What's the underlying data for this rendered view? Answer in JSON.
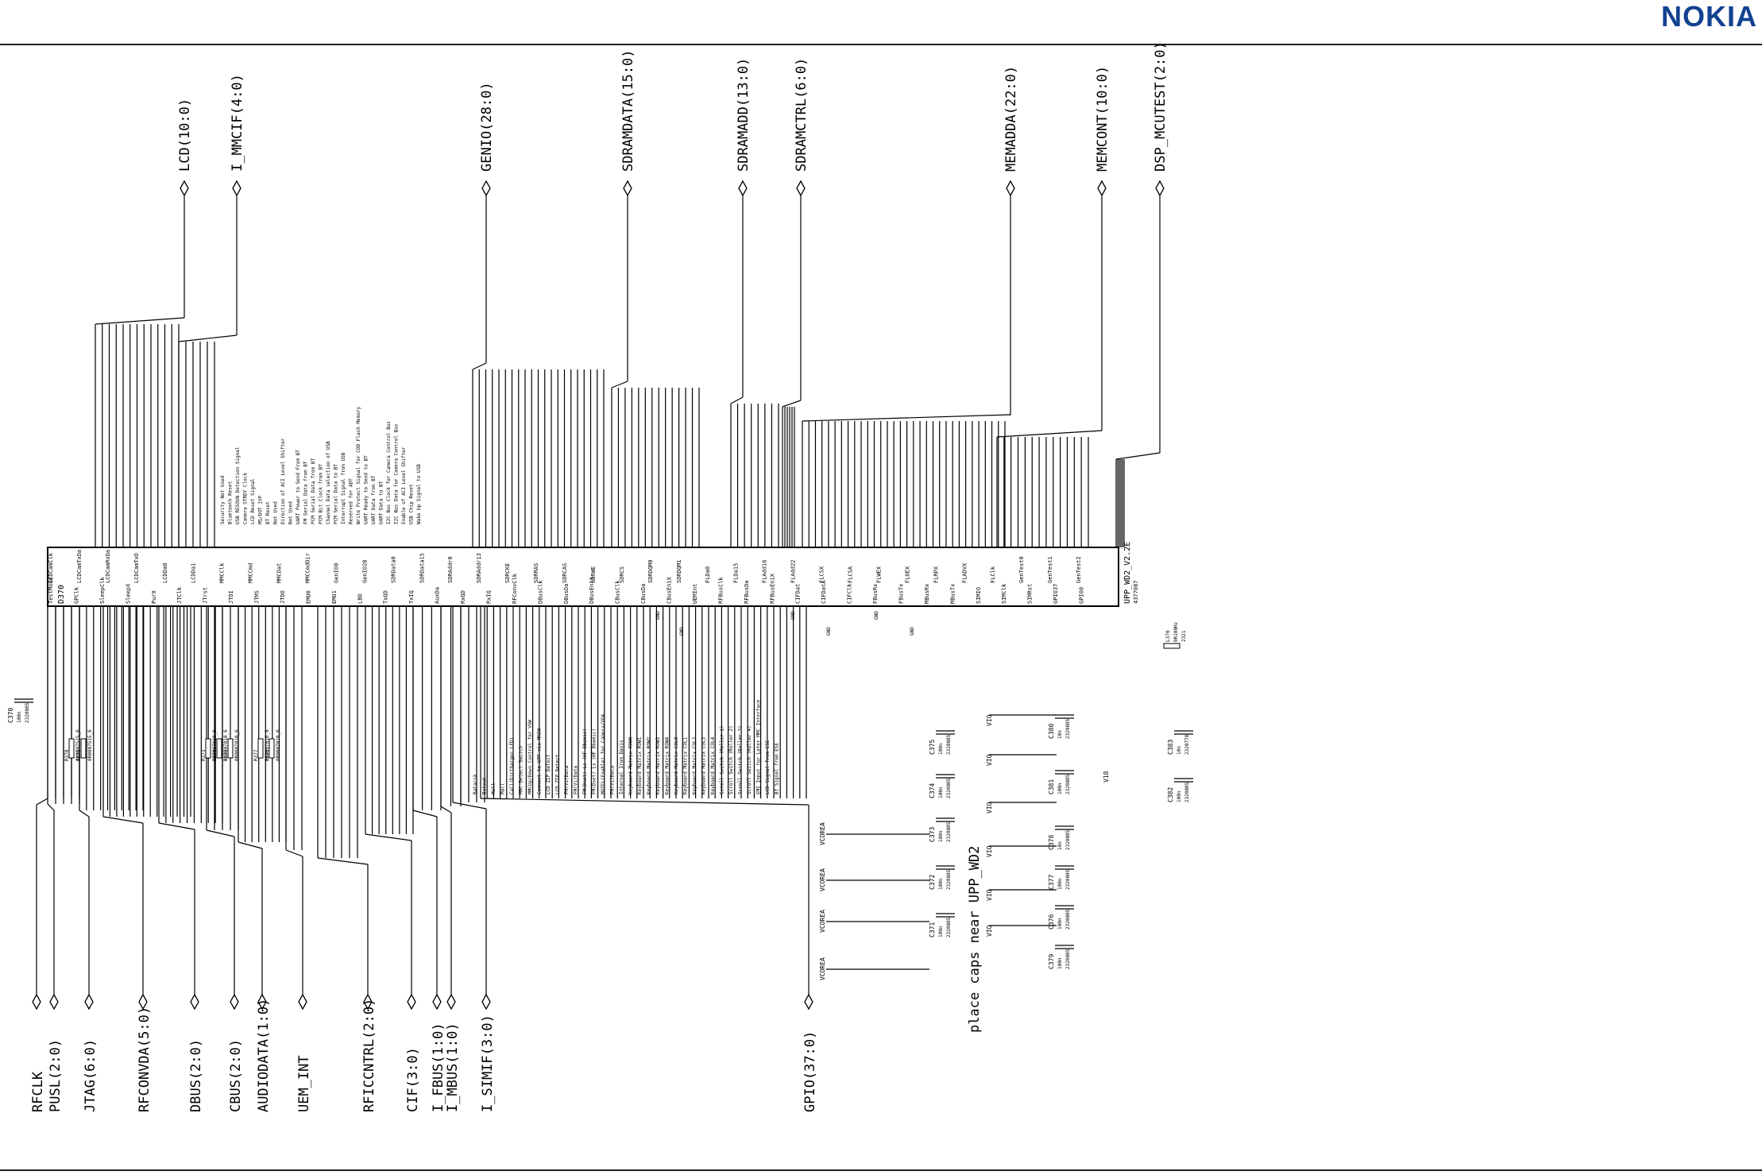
{
  "logo": "NOKIA",
  "chip": {
    "ref": "D370",
    "part": "UPP_WD2_V2.2E",
    "code": "4377087"
  },
  "top_buses": [
    "LCD(10:0)",
    "I_MMCIF(4:0)",
    "GENIO(28:0)",
    "SDRAMDATA(15:0)",
    "SDRAMADD(13:0)",
    "SDRAMCTRL(6:0)",
    "MEMADDA(22:0)",
    "MEMCONT(10:0)",
    "DSP_MCUTEST(2:0)"
  ],
  "bottom_buses": [
    "RFCLK",
    "PUSL(2:0)",
    "JTAG(6:0)",
    "RFCONVDA(5:0)",
    "DBUS(2:0)",
    "CBUS(2:0)",
    "AUDIODATA(1:0)",
    "UEM_INT",
    "RFICCNTRL(2:0)",
    "CIF(3:0)",
    "I_FBUS(1:0)",
    "I_MBUS(1:0)",
    "I_SIMIF(3:0)",
    "GPIO(37:0)"
  ],
  "pins": {
    "left": [
      "TestMode",
      "GPClk",
      "SleepClk",
      "SleepX",
      "PurX",
      "JTClk",
      "JTrst",
      "JTDI",
      "JTMS",
      "JTDO",
      "EMU0",
      "EMU1",
      "LBD",
      "TxQD",
      "TxIQ",
      "AuxDa",
      "RxQD",
      "RxIQ",
      "RFConvClk",
      "DBusClk",
      "DBusDa",
      "DBusEn1X",
      "CBusClk",
      "CBusDa",
      "CBusEn1X",
      "UEMInt",
      "RFBusClk",
      "RFBusDa",
      "RFBusEn1X",
      "CIFDat",
      "CIFDatA",
      "CIFClk",
      "FBusRx",
      "FBusTx",
      "MBusRx",
      "MBusTx",
      "SIMIO",
      "SIMClk",
      "SIMRst",
      "GPIO37",
      "GPIO0"
    ],
    "right": [
      "LCDCamClk",
      "LCDCamTxDa",
      "LCDCamRxDa",
      "LCDCamTxD",
      "LCDDa0",
      "LCDDa1",
      "MMCClk",
      "MMCCmd",
      "MMCDat",
      "MMCCmdDir",
      "GenIO0",
      "GenIO28",
      "SDRData0",
      "SDRData15",
      "SDRAddr0",
      "SDRAddr13",
      "SDRCKE",
      "SDRRAS",
      "SDRCAS",
      "SDRWE",
      "SDRCS",
      "SDRDQM0",
      "SDRDQM1",
      "FLDa0",
      "FLDa15",
      "FLAdd16",
      "FLAdd22",
      "FLCSX",
      "FLCSA",
      "FLWEX",
      "FLOEX",
      "FLRPX",
      "FLADVX",
      "FLClk",
      "GenTest0",
      "GenTest1",
      "GenTest2"
    ]
  },
  "note": "place caps near UPP_WD2",
  "caps": [
    {
      "ref": "C370",
      "val": "100n",
      "code": "2320805"
    },
    {
      "ref": "C371",
      "val": "100n",
      "code": "2320805"
    },
    {
      "ref": "C372",
      "val": "100n",
      "code": "2320805"
    },
    {
      "ref": "C373",
      "val": "100n",
      "code": "2320805"
    },
    {
      "ref": "C374",
      "val": "100n",
      "code": "2320805"
    },
    {
      "ref": "C375",
      "val": "100n",
      "code": "2320805"
    },
    {
      "ref": "C376",
      "val": "100n",
      "code": "2320805"
    },
    {
      "ref": "C377",
      "val": "100n",
      "code": "2320805"
    },
    {
      "ref": "C378",
      "val": "10n",
      "code": "2320805"
    },
    {
      "ref": "C379",
      "val": "100n",
      "code": "2320805"
    },
    {
      "ref": "C380",
      "val": "10n",
      "code": "2320805"
    },
    {
      "ref": "C381",
      "val": "100n",
      "code": "2320805"
    },
    {
      "ref": "C382",
      "val": "100n",
      "code": "2320805"
    },
    {
      "ref": "C383",
      "val": "10n",
      "code": "2320778"
    }
  ],
  "resistors": [
    "R370",
    "R371",
    "R373",
    "R374",
    "R375",
    "R377",
    "R378"
  ],
  "resistor_values": [
    "0R0007515_6",
    "0R0007515_6",
    "0R0007010_6",
    "0R0007010_6",
    "0R0007010_6",
    "0R0007010_6",
    "0R0007010_6",
    "0R0007010_6"
  ],
  "ferrite": {
    "ref": "L370",
    "val": "0R100Hz",
    "code": "2321"
  },
  "net_labels": {
    "gnd": "GND",
    "v18": "V18",
    "vcorea": "VCOREA",
    "vio": "VIO"
  },
  "gpio_labels": [
    "BatacsX",
    "Batout",
    "Mall",
    "Mall",
    "Call(Dirtharger LED)",
    "MMC Detect Switch",
    "MMCUp/Down Control for VSW",
    "Connect to UPP via MKSW",
    "LCD ZIP Detect",
    "LCD ZIP Detect",
    "FM(Vi)Data",
    "FM(Vi)Data",
    "FM(Dset) Ls (HF Dbamic)",
    "FM(Dset) Ls (HF Dbamic)",
    "MOTEL(Enable) for Camera/VGA",
    "FM(Vi)Data",
    "Internal Irom Davis",
    "Keyboard Matrix ROW0",
    "Keyboard Matrix ROW1",
    "Keyboard Matrix ROW2",
    "Keyboard Matrix ROW3",
    "Keyboard Matrix ROW4",
    "Keyboard Matrix COL0",
    "Keyboard Matrix COL1",
    "Keyboard Matrix COL2",
    "Keyboard Matrix COL3",
    "Keyboard Matrix COL4",
    "Scroll Switch (Roller 1)",
    "Scroll Switch (Roller 2)",
    "Scroll Switch (Roller 3)",
    "Scroll Switch (Roller 4)",
    "EMI Input for Later MMC Interface",
    "LCD Signal from ESE",
    "BT Signal from ESE"
  ],
  "genio_labels": [
    "Security Not Used",
    "Bluetooth Reset",
    "USB RESOUN Detection Signal",
    "Camera STRDY Clock",
    "LCD Reset Signal",
    "MS/DOT 1VP",
    "BT Reset",
    "Not Used",
    "Direction of ACI Level Shifter",
    "Not Used",
    "UART Power to Send From BT",
    "FM Serial Data from BT",
    "PCM Serial Data from BT",
    "PCM Bit Clock from BT",
    "Channel Data selection of USB",
    "PCM Serial Data to BT",
    "Interrupt Signal from USB",
    "Reserved for ADT",
    "Write Protect Signal for COD Flash Memory",
    "UART Ready to Send to BT",
    "UART Data from BT",
    "UART Data to BT",
    "I2C Bus Clock for Camera Control Bus",
    "I2C Bus Data for Camera Control Bus",
    "Enable of ACI Level Shifter",
    "USB Chip Reset",
    "Wake Up Signal to USB"
  ]
}
